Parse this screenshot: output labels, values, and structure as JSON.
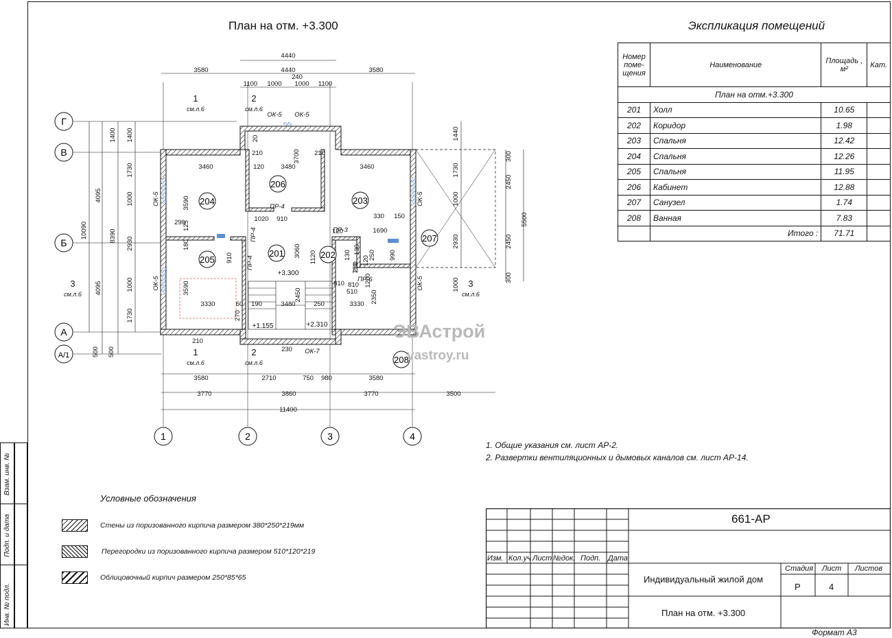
{
  "plan_title": "План на отм. +3.300",
  "explication": {
    "title": "Экспликация помещений",
    "headers": {
      "num": "Номер\nпоме-\nщения",
      "name": "Наименование",
      "area": "Площадь ,\nм²",
      "cat": "Кат."
    },
    "section": "План на отм.+3.300",
    "rows": [
      {
        "num": "201",
        "name": "Холл",
        "area": "10.65"
      },
      {
        "num": "202",
        "name": "Коридор",
        "area": "1.98"
      },
      {
        "num": "203",
        "name": "Спальня",
        "area": "12.42"
      },
      {
        "num": "204",
        "name": "Спальня",
        "area": "12.26"
      },
      {
        "num": "205",
        "name": "Спальня",
        "area": "11.95"
      },
      {
        "num": "206",
        "name": "Кабинет",
        "area": "12.88"
      },
      {
        "num": "207",
        "name": "Санузел",
        "area": "1.74"
      },
      {
        "num": "208",
        "name": "Ванная",
        "area": "7.83"
      }
    ],
    "total_label": "Итого :",
    "total_value": "71.71"
  },
  "notes": [
    "1.  Общие указания см. лист АР-2.",
    "2.  Развертки вентиляционных и дымовых каналов см. лист АР-14."
  ],
  "legend": {
    "title": "Условные обозначения",
    "items": [
      "Стены из поризованного кирпича размером 380*250*219мм",
      "Перегородки из поризованного кирпича размером 510*120*219",
      "Облицовочный кирпич размером 250*85*65"
    ]
  },
  "stamp": {
    "code": "661-АР",
    "cols": [
      "Изм.",
      "Кол.уч",
      "Лист",
      "№док.",
      "Подп.",
      "Дата"
    ],
    "object": "Индивидуальный жилой дом",
    "sheet_title": "План на отм. +3.300",
    "stage_label": "Стадия",
    "sheet_label": "Лист",
    "sheets_label": "Листов",
    "stage": "Р",
    "sheet": "4",
    "sheets": ""
  },
  "side_labels": [
    "Взам. инв. №",
    "Подп. и дата",
    "Инв. № подл."
  ],
  "format": "Формат А3",
  "watermark": {
    "brand": "ЭВАстрой",
    "site": "vastroy.ru"
  },
  "drawing": {
    "axes_h": [
      "1",
      "2",
      "3",
      "4"
    ],
    "axes_v": [
      "Г",
      "В",
      "Б",
      "А",
      "А/1"
    ],
    "rooms": [
      "204",
      "206",
      "203",
      "201",
      "202",
      "205",
      "207",
      "208"
    ],
    "top_dims_1": [
      "3580",
      "4440",
      "3580"
    ],
    "top_dims_0": "4440",
    "top_dims_2": [
      "1100",
      "1000",
      "240",
      "1000",
      "1100"
    ],
    "bottom_dims_1": [
      "3580",
      "2710",
      "750",
      "980",
      "3580"
    ],
    "bottom_dims_2": [
      "3770",
      "3860",
      "3770",
      "3500"
    ],
    "bottom_total": "11400",
    "left_dims_1": [
      "1400",
      "1730",
      "1000",
      "2930",
      "1000",
      "1730"
    ],
    "left_dims_2": [
      "1400",
      "4095",
      "4095",
      "500"
    ],
    "left_dims_3": [
      "10090",
      "8390"
    ],
    "left_bottom": [
      "500",
      "500"
    ],
    "right_dims": [
      "1440",
      "1730",
      "1000",
      "2930",
      "1000"
    ],
    "right_dims_2": [
      "300",
      "2450",
      "2450",
      "300"
    ],
    "right_total": "5500",
    "inner_dims": [
      "3460",
      "3480",
      "3460",
      "3700",
      "3590",
      "3590",
      "3330",
      "3480",
      "3330",
      "3060",
      "2450",
      "2350",
      "1120",
      "1020",
      "910",
      "1690",
      "330",
      "150",
      "120",
      "210",
      "210",
      "290",
      "125",
      "180",
      "910",
      "810",
      "510",
      "60",
      "190",
      "250",
      "270",
      "230",
      "210",
      "130",
      "120",
      "710",
      "20",
      "130",
      "280",
      "810",
      "120",
      "250",
      "1200",
      "990"
    ],
    "openings": [
      "ОК-5",
      "ОК-5",
      "ОК-5",
      "ОК-5",
      "ОК-5",
      "ОК-5",
      "ОК-7",
      "ПР-4",
      "ПР-4",
      "ПР-4",
      "ПР-3",
      "ПР-6"
    ],
    "levels": [
      "+3.300",
      "+1.155",
      "+2.310"
    ],
    "section_marks": [
      {
        "n": "1",
        "ref": "см.л.6"
      },
      {
        "n": "2",
        "ref": "см.л.6"
      },
      {
        "n": "3",
        "ref": "см.л.6"
      },
      {
        "n": "3",
        "ref": "см.л.6"
      },
      {
        "n": "1",
        "ref": "см.л.6"
      },
      {
        "n": "2",
        "ref": "см.л.6"
      }
    ]
  }
}
